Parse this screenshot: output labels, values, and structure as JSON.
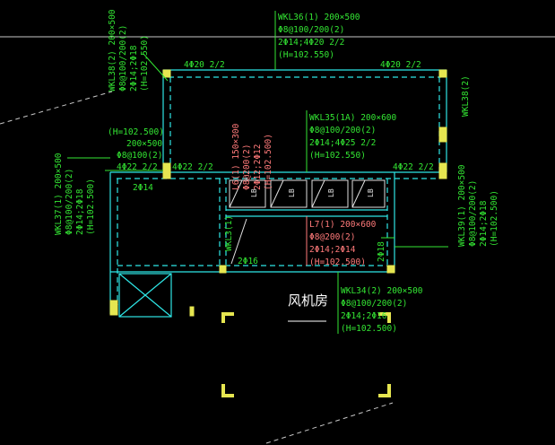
{
  "colors": {
    "background": "#000000",
    "beam": "#2ee6e6",
    "annotation": "#33e633",
    "red_annotation": "#ff7a7a",
    "column": "#e6e650",
    "grid": "#c8c8c8",
    "room_label": "#ffffff"
  },
  "labels": {
    "wkl36_name": "WKL36(1) 200×500",
    "wkl36_stirrup": "Φ8@100/200(2)",
    "wkl36_rebar": "2Φ14;4Φ20 2/2",
    "wkl36_elev": "(H=102.550)",
    "top_left_bars": "4Φ20 2/2",
    "top_right_bars": "4Φ20 2/2",
    "wkl38_v_name": "WKL38(2) 200×500",
    "wkl38_v_stirrup": "Φ8@100/200(2)",
    "wkl38_v_rebar": "2Φ14;2Φ18",
    "wkl38_v_elev": "(H=102.550)",
    "wkl38_right": "WKL38(2)",
    "wkl35_name": "WKL35(1A) 200×600",
    "wkl35_stirrup": "Φ8@100/200(2)",
    "wkl35_rebar": "2Φ14;4Φ25 2/2",
    "wkl35_elev": "(H=102.550)",
    "left_note_elev": "(H=102.500)",
    "left_note_size": "200×500",
    "left_note_stirrup": "Φ8@100(2)",
    "left_note_bars": "4Φ22 2/2",
    "mid_bars": "4Φ22 2/2",
    "right_bars": "4Φ22 2/2",
    "left_inner_bars": "2Φ14",
    "wkl37_name": "WKL37(1) 200×500",
    "wkl37_stirrup": "Φ8@100/200(2)",
    "wkl37_rebar": "2Φ14;2Φ18",
    "wkl37_elev": "(H=102.500)",
    "wkl39_name": "WKL39(1) 200×500",
    "wkl39_stirrup": "Φ8@100/200(2)",
    "wkl39_rebar": "2Φ14;2Φ18",
    "wkl39_elev": "(H=102.500)",
    "red_v_name": "L6(1) 150×300",
    "red_v_stirrup": "Φ8@200(2)",
    "red_v_rebar": "2Φ12;2Φ12",
    "red_v_elev": "(H=102.500)",
    "lb_label": "LB",
    "l7_name": "L7(1) 200×600",
    "l7_stirrup": "Φ8@200(2)",
    "l7_rebar": "2Φ14;2Φ14",
    "l7_elev": "(H=102.500)",
    "wkl3_v": "WKL3(1)",
    "bottom_left_bars": "2Φ16",
    "right_small_bars": "2Φ18",
    "wkl34_name": "WKL34(2) 200×500",
    "wkl34_stirrup": "Φ8@100/200(2)",
    "wkl34_rebar": "2Φ14;2Φ16",
    "wkl34_elev": "(H=102.500)",
    "room_name": "风机房"
  }
}
